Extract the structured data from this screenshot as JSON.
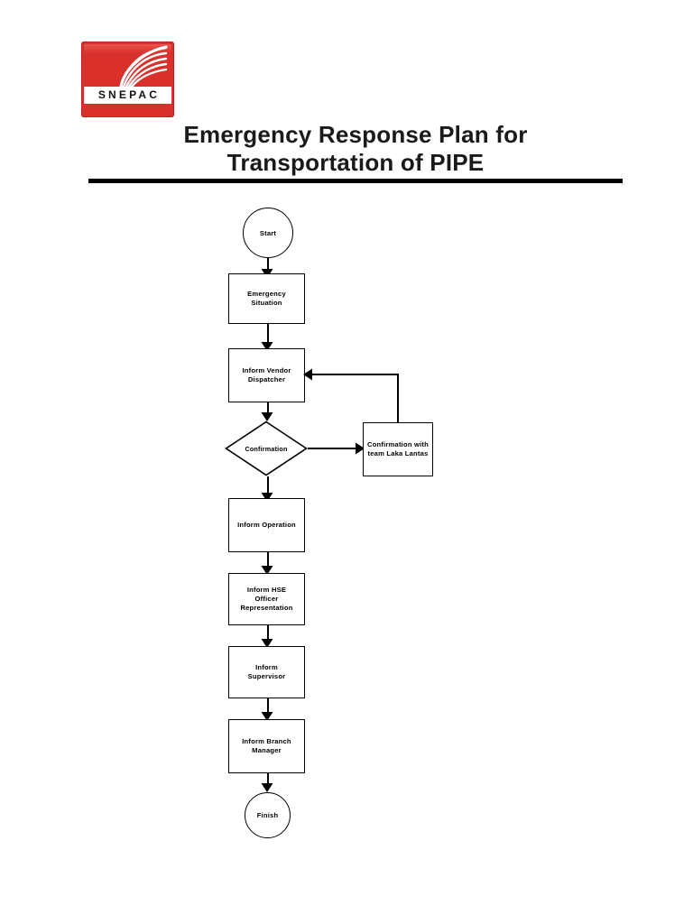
{
  "document": {
    "title_line1": "Emergency Response Plan for",
    "title_line2": "Transportation of PIPE"
  },
  "logo": {
    "brand": "SNEPAC",
    "plate_color": "#d9302c",
    "text_color": "#111111",
    "swoosh_color": "#ffffff"
  },
  "chart_data": {
    "type": "flowchart",
    "title": "Emergency Response Plan for Transportation of PIPE",
    "orientation": "top-to-bottom",
    "nodes": [
      {
        "id": "start",
        "shape": "terminator",
        "label": "Start"
      },
      {
        "id": "emergency",
        "shape": "process",
        "label_lines": [
          "Emergency",
          "Situation"
        ]
      },
      {
        "id": "vendor",
        "shape": "process",
        "label_lines": [
          "Inform Vendor",
          "Dispatcher"
        ]
      },
      {
        "id": "confirmation",
        "shape": "decision",
        "label": "Confirmation"
      },
      {
        "id": "lakalantas",
        "shape": "process",
        "label_lines": [
          "Confirmation with",
          "team Laka Lantas"
        ]
      },
      {
        "id": "operation",
        "shape": "process",
        "label_lines": [
          "Inform Operation"
        ]
      },
      {
        "id": "hse",
        "shape": "process",
        "label_lines": [
          "Inform HSE",
          "Officer",
          "Representation"
        ]
      },
      {
        "id": "supervisor",
        "shape": "process",
        "label_lines": [
          "Inform",
          "Supervisor"
        ]
      },
      {
        "id": "branch",
        "shape": "process",
        "label_lines": [
          "Inform Branch",
          "Manager"
        ]
      },
      {
        "id": "finish",
        "shape": "terminator",
        "label": "Finish"
      }
    ],
    "edges": [
      {
        "from": "start",
        "to": "emergency",
        "label": ""
      },
      {
        "from": "emergency",
        "to": "vendor",
        "label": ""
      },
      {
        "from": "vendor",
        "to": "confirmation",
        "label": ""
      },
      {
        "from": "confirmation",
        "to": "lakalantas",
        "label": "",
        "direction": "right"
      },
      {
        "from": "lakalantas",
        "to": "vendor",
        "label": "",
        "direction": "loop-back-up-left"
      },
      {
        "from": "confirmation",
        "to": "operation",
        "label": ""
      },
      {
        "from": "operation",
        "to": "hse",
        "label": ""
      },
      {
        "from": "hse",
        "to": "supervisor",
        "label": ""
      },
      {
        "from": "supervisor",
        "to": "branch",
        "label": ""
      },
      {
        "from": "branch",
        "to": "finish",
        "label": ""
      }
    ],
    "line_color": "#000000",
    "node_fill": "#ffffff"
  }
}
